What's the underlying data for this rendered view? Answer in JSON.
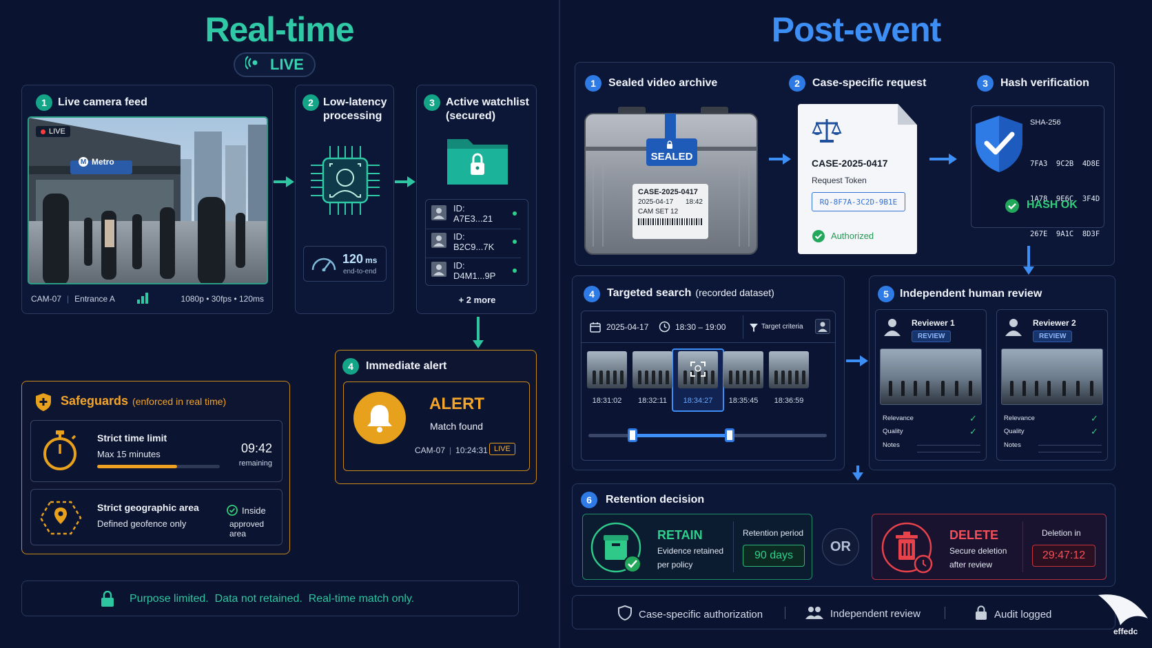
{
  "realtime": {
    "title": "Real-time",
    "live_label": "LIVE",
    "step1": {
      "num": "1",
      "title": "Live camera feed",
      "live_tag": "LIVE",
      "metro_sign": "Metro",
      "metro_logo": "M",
      "camera": "CAM-07",
      "location": "Entrance A",
      "specs": "1080p • 30fps • 120ms"
    },
    "step2": {
      "num": "2",
      "title_line1": "Low-latency",
      "title_line2": "processing",
      "latency_value": "120",
      "latency_unit": "ms",
      "latency_note": "end-to-end"
    },
    "step3": {
      "num": "3",
      "title_line1": "Active watchlist",
      "title_line2": "(secured)",
      "ids": [
        "ID: A7E3...21",
        "ID: B2C9...7K",
        "ID: D4M1...9P"
      ],
      "more": "+ 2 more"
    },
    "step4": {
      "num": "4",
      "title": "Immediate alert",
      "alert": "ALERT",
      "match": "Match found",
      "camera": "CAM-07",
      "time": "10:24:31",
      "live_tag": "LIVE"
    },
    "safeguards": {
      "title": "Safeguards",
      "subtitle": "(enforced in real time)",
      "time_title": "Strict time limit",
      "time_sub": "Max 15 minutes",
      "time_remaining": "09:42",
      "time_remaining_label": "remaining",
      "time_progress": 0.65,
      "geo_title": "Strict geographic area",
      "geo_sub": "Defined geofence only",
      "geo_status_line1": "Inside",
      "geo_status_line2": "approved area"
    },
    "footer": "Purpose limited.  Data not retained.  Real-time match only."
  },
  "postevent": {
    "title": "Post-event",
    "step1": {
      "num": "1",
      "title": "Sealed video archive",
      "sealed": "SEALED",
      "case": "CASE-2025-0417",
      "date": "2025-04-17",
      "time": "18:42",
      "set": "CAM SET 12"
    },
    "step2": {
      "num": "2",
      "title": "Case-specific request",
      "case": "CASE-2025-0417",
      "token_label": "Request Token",
      "token": "RQ-8F7A-3C2D-9B1E",
      "status": "Authorized"
    },
    "step3": {
      "num": "3",
      "title": "Hash verification",
      "algo": "SHA-256",
      "hash_lines": [
        "7FA3  9C2B  4D8E",
        "1A78  9E6C  3F4D",
        "267E  9A1C  8D3F"
      ],
      "status": "HASH OK"
    },
    "step4": {
      "num": "4",
      "title": "Targeted search",
      "title_sub": "(recorded dataset)",
      "date": "2025-04-17",
      "time_range": "18:30 – 19:00",
      "criteria": "Target criteria",
      "timestamps": [
        "18:31:02",
        "18:32:11",
        "18:34:27",
        "18:35:45",
        "18:36:59"
      ],
      "selected_index": 2
    },
    "step5": {
      "num": "5",
      "title": "Independent human review",
      "reviewers": [
        {
          "name": "Reviewer 1",
          "badge": "REVIEW"
        },
        {
          "name": "Reviewer 2",
          "badge": "REVIEW"
        }
      ],
      "fields": [
        "Relevance",
        "Quality",
        "Notes"
      ]
    },
    "step6": {
      "num": "6",
      "title": "Retention decision",
      "retain": "RETAIN",
      "retain_line1": "Evidence retained",
      "retain_line2": "per policy",
      "retention_label": "Retention period",
      "retention_value": "90 days",
      "or": "OR",
      "delete": "DELETE",
      "delete_line1": "Secure deletion",
      "delete_line2": "after review",
      "deletion_label": "Deletion in",
      "deletion_value": "29:47:12"
    },
    "footer": {
      "item1": "Case-specific authorization",
      "item2": "Independent review",
      "item3": "Audit logged"
    },
    "logo_text": "effedc"
  },
  "colors": {
    "teal": "#2fc9a6",
    "blue": "#3d8ef5",
    "orange": "#e5a11c",
    "red": "#e8424a",
    "green": "#32cf7a",
    "bg": "#0a1330"
  }
}
